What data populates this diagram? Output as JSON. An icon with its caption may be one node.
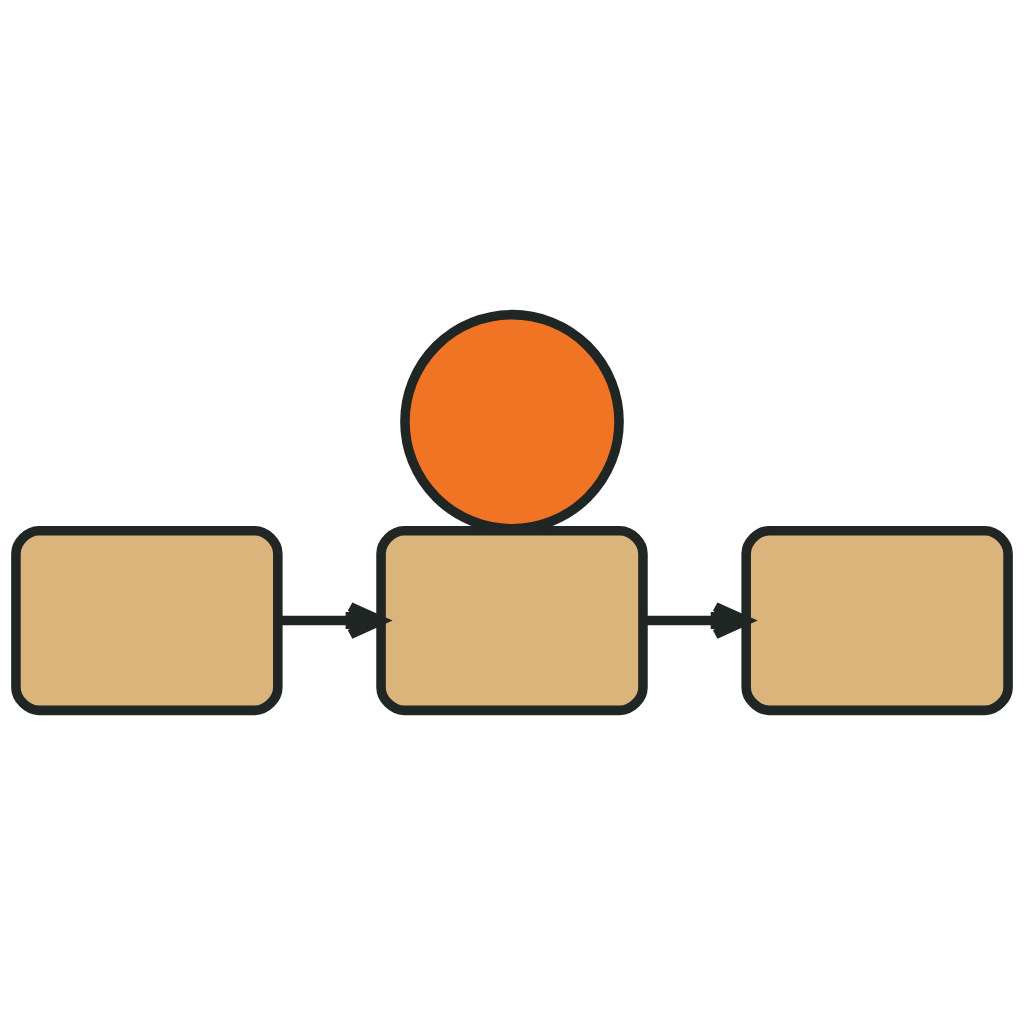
{
  "diagram": {
    "nodes": [
      {
        "text": [],
        "shape": "box"
      },
      {
        "text": [],
        "shape": "box"
      },
      {
        "text": [],
        "shape": "box"
      },
      {
        "text": [],
        "shape": "circle"
      }
    ],
    "edges": [
      {
        "from": 0,
        "to": 1,
        "arrow": "to"
      },
      {
        "from": 1,
        "to": 2,
        "arrow": "to"
      }
    ]
  }
}
